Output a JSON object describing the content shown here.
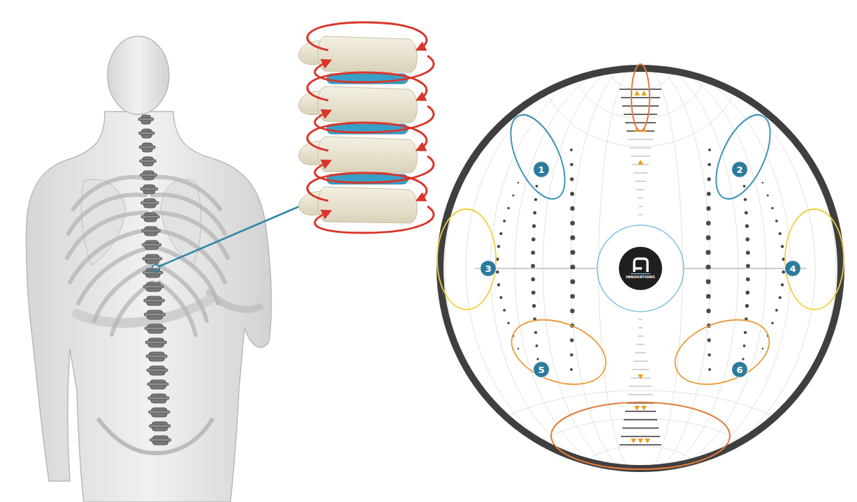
{
  "diagram": {
    "nodes": [
      {
        "text": [
          "1"
        ]
      },
      {
        "text": [
          "2"
        ]
      },
      {
        "text": [
          "3"
        ]
      },
      {
        "text": [
          "INNOVATIONS"
        ]
      },
      {
        "text": [
          "4"
        ]
      },
      {
        "text": [
          "5"
        ]
      },
      {
        "text": [
          "6"
        ]
      }
    ]
  }
}
